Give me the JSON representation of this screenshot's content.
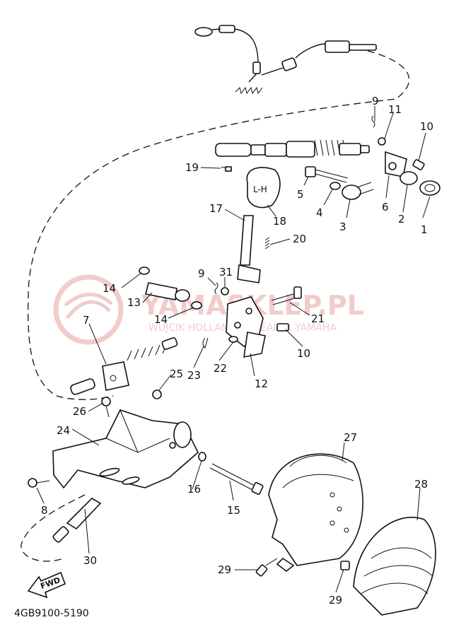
{
  "watermark": {
    "brand": "YAMASKLEP.PL",
    "tagline": "WUJCIK HOLLANDER DEALER YAMAHA",
    "color": "#e7a3a3"
  },
  "fwd_label": "FWD",
  "catalog_code": "4GB9100-5190",
  "callouts": [
    {
      "id": "c1",
      "label": "1"
    },
    {
      "id": "c2",
      "label": "2"
    },
    {
      "id": "c3",
      "label": "3"
    },
    {
      "id": "c4",
      "label": "4"
    },
    {
      "id": "c5",
      "label": "5"
    },
    {
      "id": "c6",
      "label": "6"
    },
    {
      "id": "c7",
      "label": "7"
    },
    {
      "id": "c8",
      "label": "8"
    },
    {
      "id": "c9a",
      "label": "9"
    },
    {
      "id": "c9b",
      "label": "9"
    },
    {
      "id": "c10a",
      "label": "10"
    },
    {
      "id": "c10b",
      "label": "10"
    },
    {
      "id": "c11",
      "label": "11"
    },
    {
      "id": "c12",
      "label": "12"
    },
    {
      "id": "c13",
      "label": "13"
    },
    {
      "id": "c14a",
      "label": "14"
    },
    {
      "id": "c14b",
      "label": "14"
    },
    {
      "id": "c15",
      "label": "15"
    },
    {
      "id": "c16",
      "label": "16"
    },
    {
      "id": "c17",
      "label": "17"
    },
    {
      "id": "c18",
      "label": "18"
    },
    {
      "id": "c19",
      "label": "19"
    },
    {
      "id": "c20",
      "label": "20"
    },
    {
      "id": "c21",
      "label": "21"
    },
    {
      "id": "c22",
      "label": "22"
    },
    {
      "id": "c23",
      "label": "23"
    },
    {
      "id": "c24",
      "label": "24"
    },
    {
      "id": "c25",
      "label": "25"
    },
    {
      "id": "c26",
      "label": "26"
    },
    {
      "id": "c27",
      "label": "27"
    },
    {
      "id": "c28",
      "label": "28"
    },
    {
      "id": "c29a",
      "label": "29"
    },
    {
      "id": "c29b",
      "label": "29"
    },
    {
      "id": "c30",
      "label": "30"
    },
    {
      "id": "c31",
      "label": "31"
    }
  ]
}
